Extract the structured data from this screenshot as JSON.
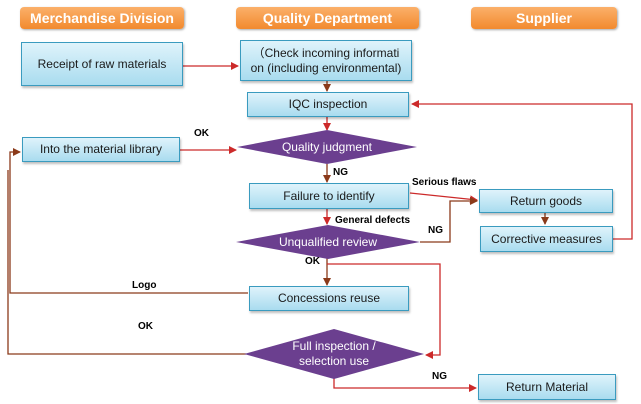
{
  "lanes": {
    "merchandise": "Merchandise Division",
    "quality": "Quality Department",
    "supplier": "Supplier"
  },
  "nodes": {
    "receipt": "Receipt of raw materials",
    "check": "（Check incoming informati on (including environmental)",
    "iqc": "IQC inspection",
    "library": "Into the material library",
    "judgment": "Quality judgment",
    "failure": "Failure to identify",
    "review": "Unqualified review",
    "concessions": "Concessions reuse",
    "full_inspection": "Full inspection / selection use",
    "return_goods": "Return goods",
    "corrective": "Corrective measures",
    "return_material": "Return Material"
  },
  "edge_labels": {
    "ok_judgment": "OK",
    "ng_judgment": "NG",
    "serious_flaws": "Serious flaws",
    "general_defects": "General defects",
    "ng_review": "NG",
    "ok_review": "OK",
    "logo": "Logo",
    "ok_full": "OK",
    "ng_full": "NG"
  },
  "colors": {
    "header": "#f28a2e",
    "box_border": "#3a9bbf",
    "box_fill": "#a9dcef",
    "diamond_fill": "#6b3f8f",
    "arrow_red": "#cc2a2a",
    "arrow_brown": "#8b3a1a"
  }
}
